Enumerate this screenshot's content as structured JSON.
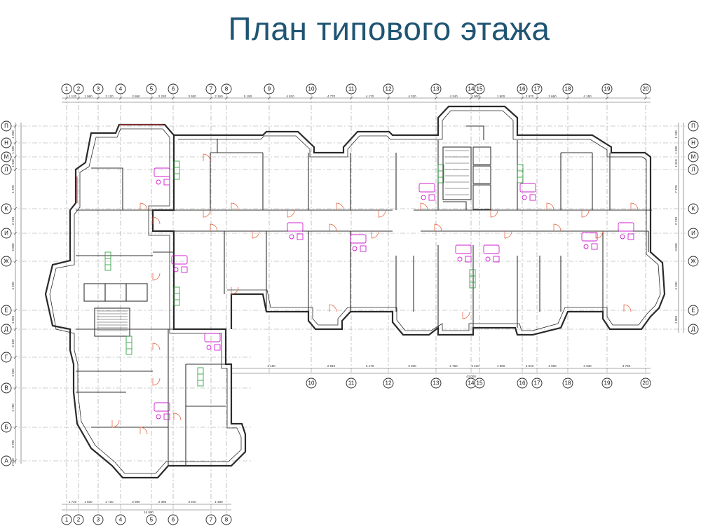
{
  "title": "План типового этажа",
  "axes": {
    "top": [
      "1",
      "2",
      "3",
      "4",
      "5",
      "6",
      "7",
      "8",
      "9",
      "10",
      "11",
      "12",
      "13",
      "14",
      "15",
      "16",
      "17",
      "18",
      "19",
      "20"
    ],
    "bottom_left": [
      "1",
      "2",
      "3",
      "4",
      "5",
      "6",
      "7",
      "8"
    ],
    "mid_right": [
      "10",
      "11",
      "12",
      "13",
      "14",
      "15",
      "16",
      "17",
      "18",
      "19",
      "20"
    ],
    "left": [
      "П",
      "Н",
      "М",
      "Л",
      "К",
      "И",
      "Ж",
      "Е",
      "Д",
      "Г",
      "В",
      "Б",
      "А"
    ],
    "right": [
      "П",
      "Н",
      "М",
      "Л",
      "К",
      "И",
      "Ж",
      "Е",
      "Д"
    ]
  },
  "dimensions": {
    "top": [
      "1 120",
      "1 960",
      "2 120",
      "2 860",
      "2 220",
      "3 930",
      "2 160",
      "5 190",
      "4 810",
      "4 770",
      "4 170",
      "4 320",
      "4 240",
      "1 900",
      "1 800",
      "2 970",
      "3 660",
      "4 150"
    ],
    "bottom": [
      "1 720",
      "1 820",
      "2 720",
      "2 890",
      "2 380",
      "3 910",
      "1 480"
    ],
    "mid": [
      "4 160",
      "2 810",
      "3 170",
      "3 330",
      "2 760",
      "3 210",
      "1 960",
      "2 540",
      "2 960",
      "3 330",
      "3 760"
    ],
    "left": [
      "1 200",
      "1 850",
      "1 940",
      "1 720",
      "2 710",
      "2 680",
      "4 320",
      "1 950",
      "2 130",
      "2 920",
      "2 750",
      "3 700",
      "2 940"
    ],
    "right": [
      "1 130",
      "1 820",
      "1 910",
      "7 720",
      "2 710",
      "3 690",
      "4 330",
      "1 860"
    ],
    "total_bottom": "16 900",
    "total_mid": "43 000"
  }
}
